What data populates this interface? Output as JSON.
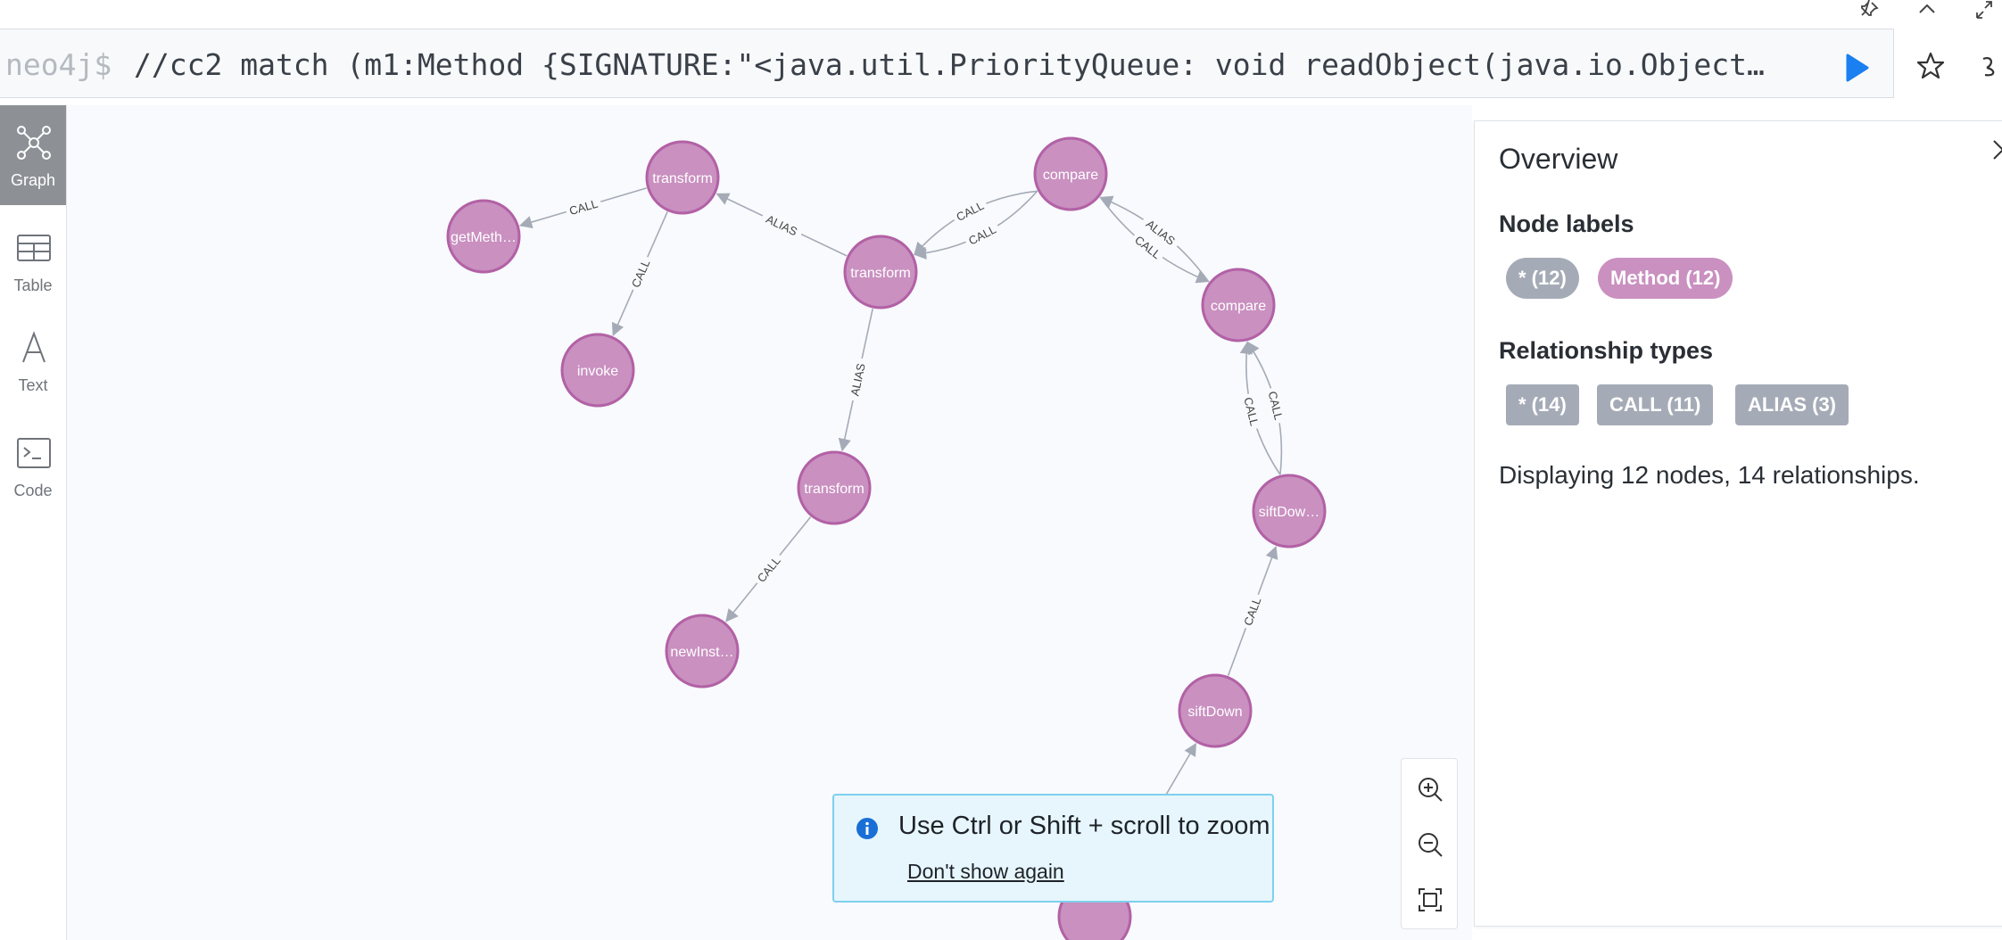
{
  "editor": {
    "prompt": "neo4j$",
    "query": "//cc2 match (m1:Method {SIGNATURE:\"<java.util.PriorityQueue: void readObject(java.io.Object…"
  },
  "sidebar": {
    "items": [
      {
        "label": "Graph",
        "icon": "graph-icon",
        "active": true
      },
      {
        "label": "Table",
        "icon": "table-icon",
        "active": false
      },
      {
        "label": "Text",
        "icon": "text-icon",
        "active": false
      },
      {
        "label": "Code",
        "icon": "code-icon",
        "active": false
      }
    ]
  },
  "graph": {
    "node_color": "#c990c0",
    "node_stroke": "#b261a5",
    "edge_color": "#a5abb6",
    "nodes": [
      {
        "id": "getMeth",
        "label": "getMeth…"
      },
      {
        "id": "transformA",
        "label": "transform"
      },
      {
        "id": "invoke",
        "label": "invoke"
      },
      {
        "id": "transformB",
        "label": "transform"
      },
      {
        "id": "compareA",
        "label": "compare"
      },
      {
        "id": "compareB",
        "label": "compare"
      },
      {
        "id": "transformC",
        "label": "transform"
      },
      {
        "id": "newInst",
        "label": "newInst…"
      },
      {
        "id": "siftDowB",
        "label": "siftDow…"
      },
      {
        "id": "siftDown",
        "label": "siftDown"
      },
      {
        "id": "bottom",
        "label": ""
      }
    ],
    "relationships": [
      {
        "from": "transformA",
        "to": "getMeth",
        "type": "CALL"
      },
      {
        "from": "transformA",
        "to": "invoke",
        "type": "CALL"
      },
      {
        "from": "transformB",
        "to": "transformA",
        "type": "ALIAS"
      },
      {
        "from": "compareA",
        "to": "transformB",
        "type": "CALL"
      },
      {
        "from": "compareA",
        "to": "transformB",
        "type": "CALL"
      },
      {
        "from": "compareA",
        "to": "compareB",
        "type": "CALL"
      },
      {
        "from": "compareB",
        "to": "compareA",
        "type": "ALIAS"
      },
      {
        "from": "transformB",
        "to": "transformC",
        "type": "ALIAS"
      },
      {
        "from": "transformC",
        "to": "newInst",
        "type": "CALL"
      },
      {
        "from": "siftDowB",
        "to": "compareB",
        "type": "CALL"
      },
      {
        "from": "siftDowB",
        "to": "compareB",
        "type": "CALL"
      },
      {
        "from": "siftDown",
        "to": "siftDowB",
        "type": "CALL"
      },
      {
        "from": "bottom",
        "to": "siftDown",
        "type": "CALL"
      }
    ]
  },
  "toast": {
    "message": "Use Ctrl or Shift + scroll to zoom",
    "link": "Don't show again"
  },
  "overview": {
    "title": "Overview",
    "node_labels_heading": "Node labels",
    "node_labels": [
      {
        "text": "* (12)",
        "color": "#a5abb6"
      },
      {
        "text": "Method (12)",
        "color": "#c990c0"
      }
    ],
    "rel_types_heading": "Relationship types",
    "rel_types": [
      {
        "text": "* (14)",
        "color": "#a5abb6"
      },
      {
        "text": "CALL (11)",
        "color": "#a5abb6"
      },
      {
        "text": "ALIAS (3)",
        "color": "#a5abb6"
      }
    ],
    "summary": "Displaying 12 nodes, 14 relationships."
  }
}
